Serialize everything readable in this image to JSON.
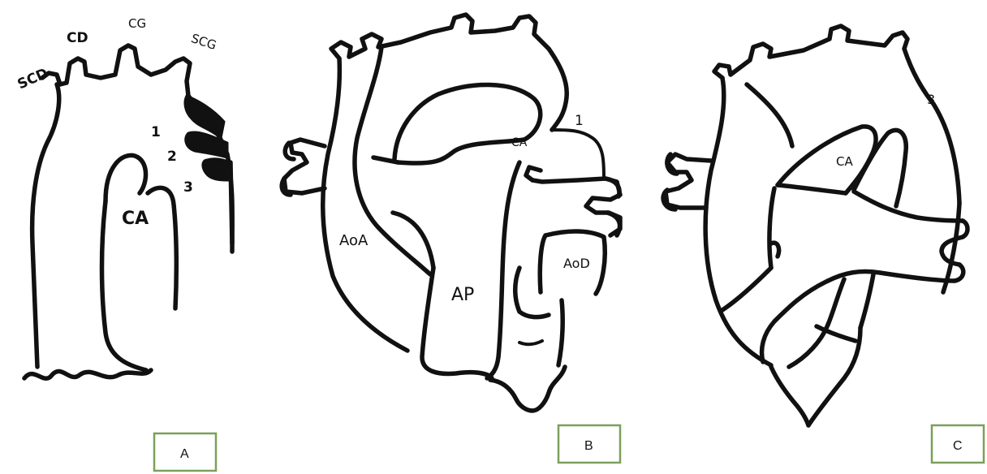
{
  "panels": [
    {
      "id": "A",
      "caption": "A",
      "labels": {
        "scd": "SCD",
        "cd": "CD",
        "cg": "CG",
        "scg": "SCG",
        "n1": "1",
        "n2": "2",
        "n3": "3",
        "ca": "CA"
      }
    },
    {
      "id": "B",
      "caption": "B",
      "labels": {
        "n1": "1",
        "ca": "CA",
        "aoa": "AoA",
        "ap": "AP",
        "aod": "AoD"
      }
    },
    {
      "id": "C",
      "caption": "C",
      "labels": {
        "n3": "3",
        "ca": "CA"
      }
    }
  ]
}
